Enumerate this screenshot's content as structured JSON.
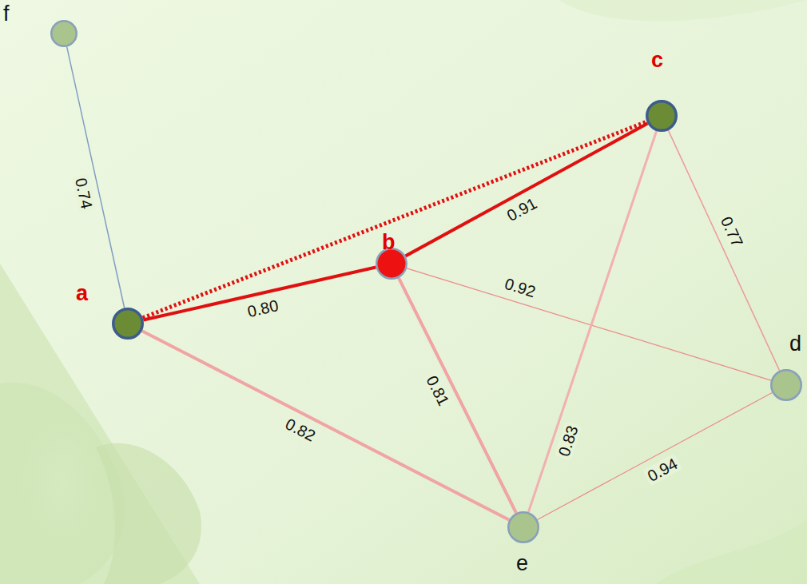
{
  "diagram": {
    "nodes": [
      {
        "text": [
          "f"
        ]
      },
      {
        "text": [
          "c"
        ]
      },
      {
        "text": [
          "b"
        ]
      },
      {
        "text": [
          "a"
        ]
      },
      {
        "text": [
          "d"
        ]
      },
      {
        "text": [
          "e"
        ]
      }
    ],
    "edges": [
      {
        "from": 0,
        "to": 3,
        "arrow": "none",
        "label": "0.74"
      },
      {
        "from": 3,
        "to": 2,
        "arrow": "none",
        "label": "0.80"
      },
      {
        "from": 2,
        "to": 1,
        "arrow": "none",
        "label": "0.91"
      },
      {
        "from": 3,
        "to": 1,
        "arrow": "none"
      },
      {
        "from": 2,
        "to": 4,
        "arrow": "none",
        "label": "0.92"
      },
      {
        "from": 1,
        "to": 4,
        "arrow": "none",
        "label": "0.77"
      },
      {
        "from": 2,
        "to": 5,
        "arrow": "none",
        "label": "0.81"
      },
      {
        "from": 3,
        "to": 5,
        "arrow": "none",
        "label": "0.82"
      },
      {
        "from": 1,
        "to": 5,
        "arrow": "none",
        "label": "0.83"
      },
      {
        "from": 5,
        "to": 4,
        "arrow": "none",
        "label": "0.94"
      }
    ]
  }
}
